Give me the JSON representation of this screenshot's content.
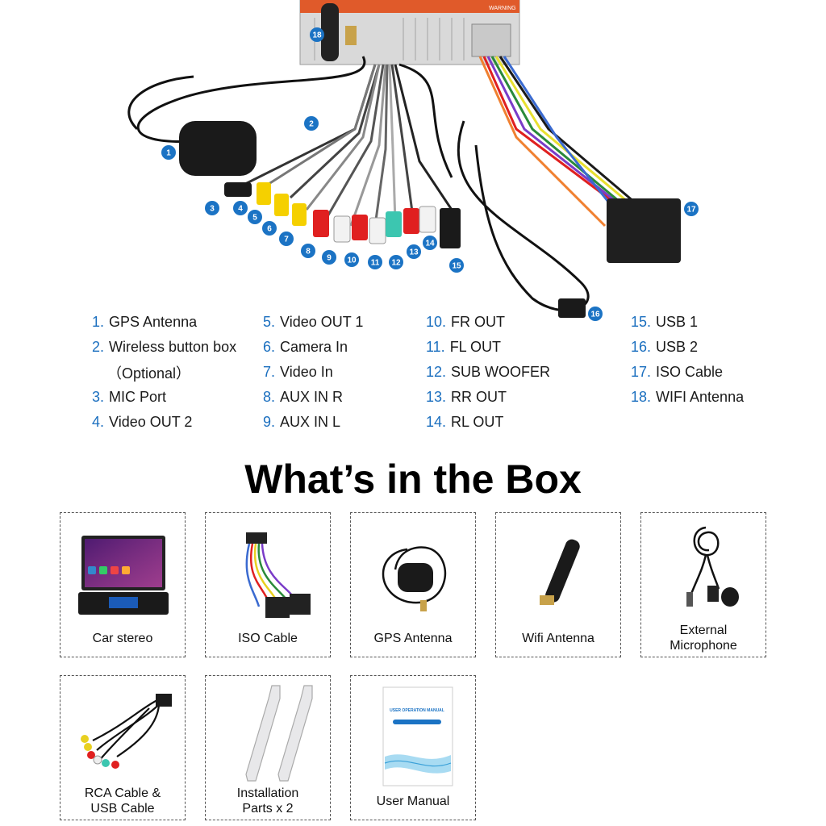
{
  "header_label": "WARNING",
  "legend": {
    "columns": [
      [
        {
          "num": "1.",
          "label": "GPS Antenna"
        },
        {
          "num": "2.",
          "label": "Wireless button box",
          "sub": "（Optional）"
        },
        {
          "num": "3.",
          "label": "MIC Port"
        },
        {
          "num": "4.",
          "label": "Video OUT 2"
        }
      ],
      [
        {
          "num": "5.",
          "label": "Video OUT 1"
        },
        {
          "num": "6.",
          "label": "Camera In"
        },
        {
          "num": "7.",
          "label": "Video In"
        },
        {
          "num": "8.",
          "label": "AUX IN R"
        },
        {
          "num": "9.",
          "label": "AUX IN L"
        }
      ],
      [
        {
          "num": "10.",
          "label": "FR OUT"
        },
        {
          "num": "11.",
          "label": "FL OUT"
        },
        {
          "num": "12.",
          "label": "SUB WOOFER"
        },
        {
          "num": "13.",
          "label": "RR OUT"
        },
        {
          "num": "14.",
          "label": "RL OUT"
        }
      ],
      [
        {
          "num": "15.",
          "label": "USB 1"
        },
        {
          "num": "16.",
          "label": "USB 2"
        },
        {
          "num": "17.",
          "label": "ISO Cable"
        },
        {
          "num": "18.",
          "label": "WIFI Antenna"
        }
      ]
    ]
  },
  "diagram_badges": [
    "1",
    "2",
    "3",
    "4",
    "5",
    "6",
    "7",
    "8",
    "9",
    "10",
    "11",
    "12",
    "13",
    "14",
    "15",
    "16",
    "17",
    "18"
  ],
  "box_section": {
    "title": "What’s in the Box",
    "items": [
      {
        "lines": [
          "Car stereo"
        ],
        "icon": "car-stereo-icon"
      },
      {
        "lines": [
          "ISO Cable"
        ],
        "icon": "iso-cable-icon"
      },
      {
        "lines": [
          "GPS Antenna"
        ],
        "icon": "gps-antenna-icon"
      },
      {
        "lines": [
          "Wifi Antenna"
        ],
        "icon": "wifi-antenna-icon"
      },
      {
        "lines": [
          "External",
          "Microphone"
        ],
        "icon": "microphone-icon"
      },
      {
        "lines": [
          "RCA Cable &",
          "USB Cable"
        ],
        "icon": "rca-usb-cable-icon"
      },
      {
        "lines": [
          "Installation",
          "Parts x 2"
        ],
        "icon": "installation-parts-icon"
      },
      {
        "lines": [
          "User Manual"
        ],
        "icon": "user-manual-icon"
      }
    ],
    "manual_cover": {
      "title": "USER OPERATION MANUAL"
    }
  },
  "colors": {
    "badge": "#1b73c4",
    "number_text": "#1b6fbf"
  }
}
